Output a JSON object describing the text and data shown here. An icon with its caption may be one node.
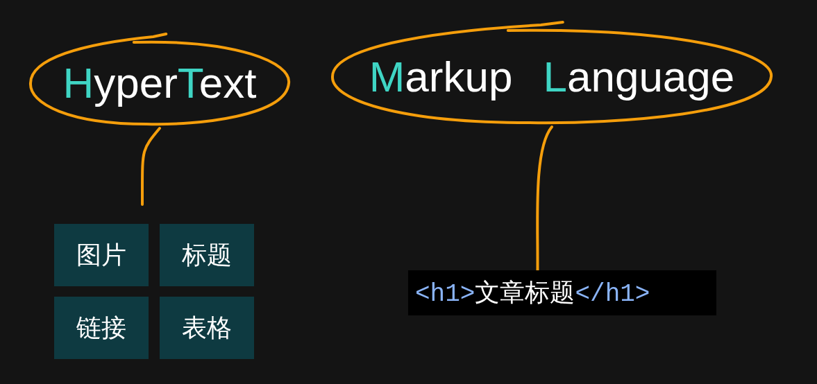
{
  "diagram": {
    "nodes": [
      {
        "text": [
          "HyperText"
        ]
      },
      {
        "text": [
          "Markup",
          "Language"
        ]
      },
      {
        "text": [
          "图片"
        ]
      },
      {
        "text": [
          "标题"
        ]
      },
      {
        "text": [
          "链接"
        ]
      },
      {
        "text": [
          "表格"
        ]
      },
      {
        "text": [
          "<h1>文章标题</h1>"
        ]
      }
    ],
    "edges": [
      {
        "from": 0,
        "to": null,
        "arrow": "none"
      },
      {
        "from": 1,
        "to": 6,
        "arrow": "none"
      }
    ]
  }
}
